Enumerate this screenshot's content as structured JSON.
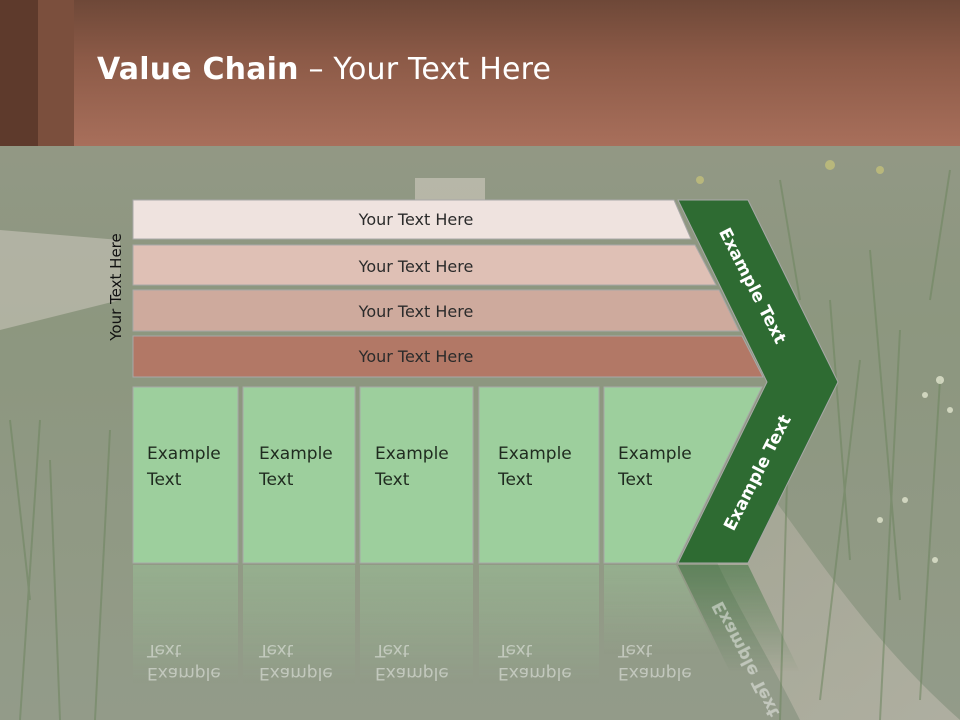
{
  "slide": {
    "title_bold": "Value Chain",
    "title_sep": " – ",
    "title_rest": "Your Text Here",
    "side_label": "Your Text Here"
  },
  "support_activities": [
    {
      "label": "Your Text Here"
    },
    {
      "label": "Your Text Here"
    },
    {
      "label": "Your Text Here"
    },
    {
      "label": "Your Text Here"
    }
  ],
  "primary_activities": [
    {
      "line1": "Example",
      "line2": "Text"
    },
    {
      "line1": "Example",
      "line2": "Text"
    },
    {
      "line1": "Example",
      "line2": "Text"
    },
    {
      "line1": "Example",
      "line2": "Text"
    },
    {
      "line1": "Example",
      "line2": "Text"
    }
  ],
  "margin_arrow": {
    "upper_label": "Example Text",
    "lower_label": "Example Text"
  },
  "colors": {
    "header": "#a86f5b",
    "band1": "#efe3df",
    "band2": "#dfc0b5",
    "band3": "#ceaa9d",
    "band4": "#b27866",
    "box_green": "#9dcf9d",
    "arrow_green": "#2e6b32"
  }
}
